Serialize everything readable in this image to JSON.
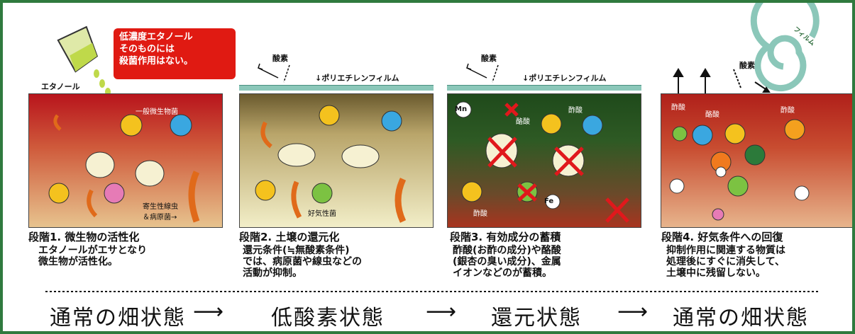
{
  "warning_box": "低濃度エタノール\nそのものには\n殺菌作用はない。",
  "ethanol_label": "エタノール",
  "oxygen_label": "酸素",
  "film_label": "↓ポリエチレンフィルム",
  "film_coil_label": "フィルム",
  "stages": [
    {
      "title": "段階1. 微生物の活性化",
      "description": "エタノールがエサとなり\n微生物が活性化。",
      "labels": [
        "一般微生物菌",
        "寄生性線虫\n＆病原菌→"
      ]
    },
    {
      "title": "段階2. 土壌の還元化",
      "description": "還元条件(≒無酸素条件)\nでは、病原菌や線虫などの\n活動が抑制。",
      "labels": [
        "好気性菌"
      ]
    },
    {
      "title": "段階3. 有効成分の蓄積",
      "description": "酢酸(お酢の成分)や酪酸\n(銀杏の臭い成分)、金属\nイオンなどのが蓄積。",
      "labels": [
        "酢酸",
        "酪酸",
        "酢酸"
      ]
    },
    {
      "title": "段階4. 好気条件への回復",
      "description": "抑制作用に関連する物質は\n処理後にすぐに消失して、\n土壌中に残留しない。",
      "labels": [
        "酢酸",
        "酪酸",
        "酢酸"
      ]
    }
  ],
  "ion_labels": {
    "mn": "Mn",
    "fe": "Fe"
  },
  "states": [
    "通常の畑状態",
    "低酸素状態",
    "還元状態",
    "通常の畑状態"
  ],
  "state_arrow": "⟶",
  "colors": {
    "frame": "#2f7a3e",
    "warning": "#e01a12",
    "film": "#8bc7b9"
  }
}
